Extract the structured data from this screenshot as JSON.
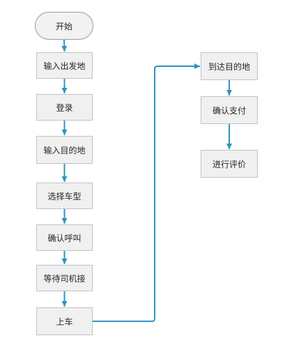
{
  "flowchart": {
    "colors": {
      "connector": "#2e94be",
      "node_fill": "#f0f0f0",
      "node_border": "#c2c2c2"
    },
    "nodes": [
      {
        "id": "start",
        "label": "开始",
        "shape": "terminal"
      },
      {
        "id": "input-origin",
        "label": "输入出发地",
        "shape": "process"
      },
      {
        "id": "login",
        "label": "登录",
        "shape": "process"
      },
      {
        "id": "input-destination",
        "label": "输入目的地",
        "shape": "process"
      },
      {
        "id": "select-vehicle",
        "label": "选择车型",
        "shape": "process"
      },
      {
        "id": "confirm-call",
        "label": "确认呼叫",
        "shape": "process"
      },
      {
        "id": "wait-driver",
        "label": "等待司机接",
        "shape": "process"
      },
      {
        "id": "board",
        "label": "上车",
        "shape": "process"
      },
      {
        "id": "arrive",
        "label": "到达目的地",
        "shape": "process"
      },
      {
        "id": "confirm-pay",
        "label": "确认支付",
        "shape": "process"
      },
      {
        "id": "rate",
        "label": "进行评价",
        "shape": "process"
      }
    ],
    "edges": [
      {
        "from": "start",
        "to": "input-origin"
      },
      {
        "from": "input-origin",
        "to": "login"
      },
      {
        "from": "login",
        "to": "input-destination"
      },
      {
        "from": "input-destination",
        "to": "select-vehicle"
      },
      {
        "from": "select-vehicle",
        "to": "confirm-call"
      },
      {
        "from": "confirm-call",
        "to": "wait-driver"
      },
      {
        "from": "wait-driver",
        "to": "board"
      },
      {
        "from": "board",
        "to": "arrive"
      },
      {
        "from": "arrive",
        "to": "confirm-pay"
      },
      {
        "from": "confirm-pay",
        "to": "rate"
      }
    ]
  }
}
